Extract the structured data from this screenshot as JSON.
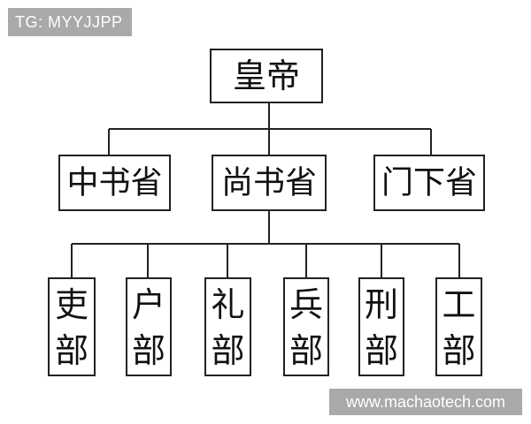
{
  "watermarks": {
    "top_left": "TG: MYYJJPP",
    "bottom_right": "www.machaotech.com"
  },
  "hierarchy": {
    "root": "皇帝",
    "secretariats": [
      "中书省",
      "尚书省",
      "门下省"
    ],
    "ministries": [
      "吏部",
      "户部",
      "礼部",
      "兵部",
      "刑部",
      "工部"
    ],
    "ministries_parent": "尚书省"
  },
  "colors": {
    "line": "#222222",
    "watermark_bg": "#a9a9a9",
    "watermark_text": "#ffffff"
  }
}
